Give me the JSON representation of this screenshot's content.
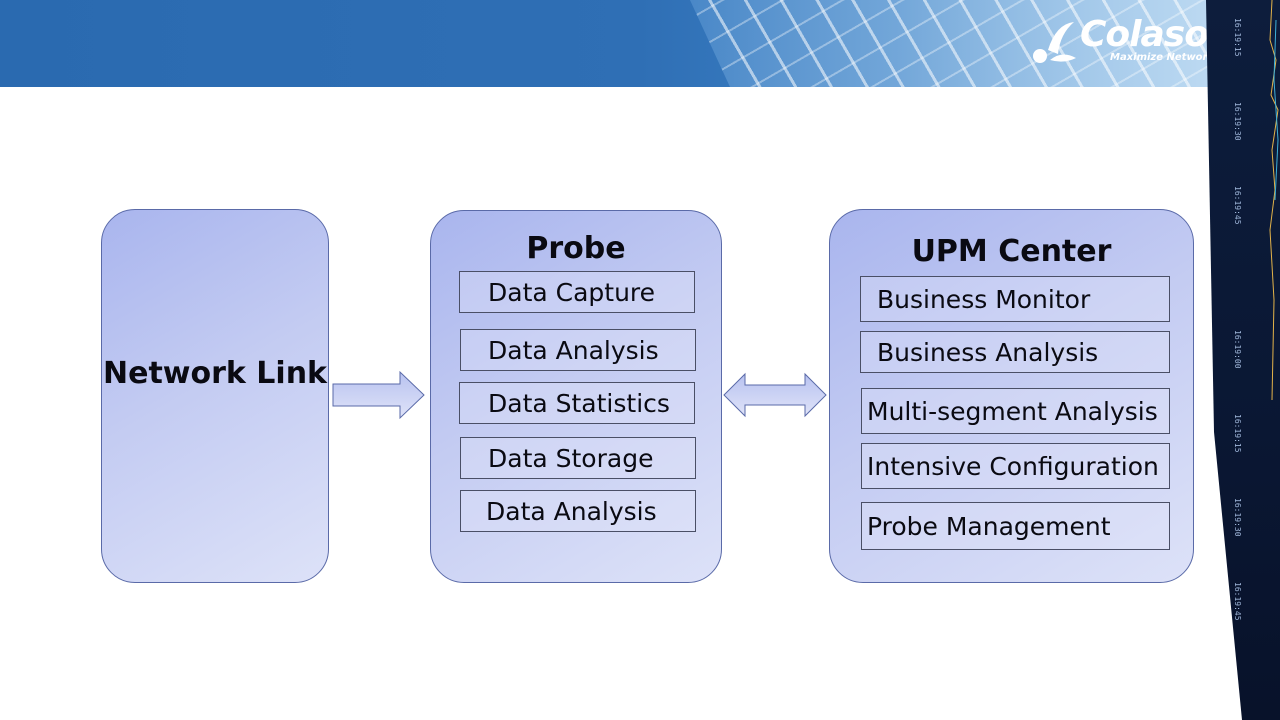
{
  "logo": {
    "name": "Colaso",
    "tagline": "Maximize Network"
  },
  "side_strip": {
    "timestamps": [
      "16:19:15",
      "16:19:30",
      "16:19:45",
      "16:19:00",
      "16:19:15",
      "16:19:30",
      "16:19:45"
    ]
  },
  "diagram": {
    "network_link": {
      "label": "Network Link"
    },
    "probe": {
      "title": "Probe",
      "items": [
        "Data Capture",
        "Data Analysis",
        "Data Statistics",
        "Data Storage",
        "Data Analysis"
      ]
    },
    "upm_center": {
      "title": "UPM Center",
      "items": [
        "Business Monitor",
        "Business Analysis",
        "Multi-segment Analysis",
        "Intensive Configuration",
        "Probe Management"
      ]
    }
  },
  "colors": {
    "block_fill": "#c3cbf2",
    "block_border": "#5a6aa8",
    "header_blue": "#2f6fb5"
  }
}
